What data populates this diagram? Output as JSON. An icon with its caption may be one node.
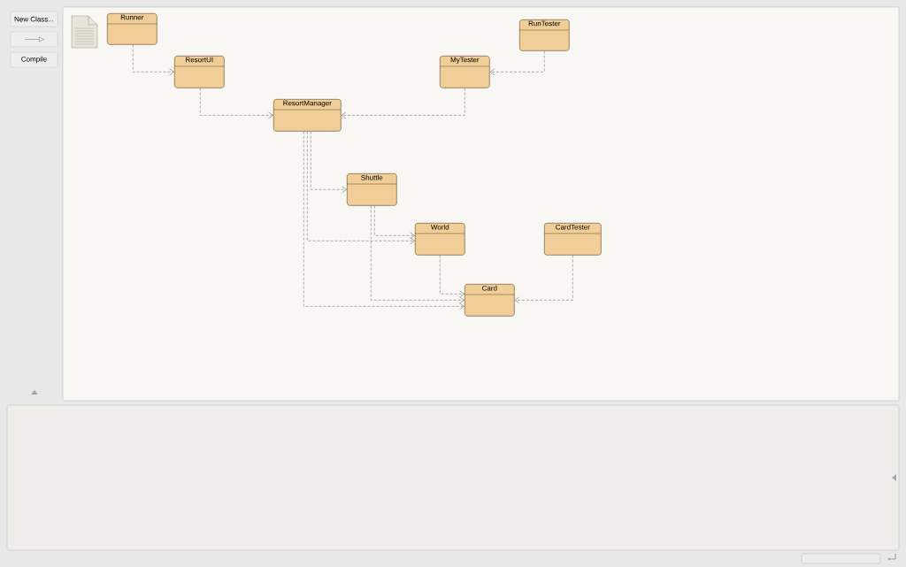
{
  "diagram": {
    "nodes": [
      {
        "text": [
          "Runner"
        ]
      },
      {
        "text": [
          "RunTester"
        ]
      },
      {
        "text": [
          "ResortUI"
        ]
      },
      {
        "text": [
          "MyTester"
        ]
      },
      {
        "text": [
          "ResortManager"
        ]
      },
      {
        "text": [
          "Shuttle"
        ]
      },
      {
        "text": [
          "World"
        ]
      },
      {
        "text": [
          "CardTester"
        ]
      },
      {
        "text": [
          "Card"
        ]
      }
    ],
    "edges": [
      {
        "from": 0,
        "to": 2,
        "arrow": "to",
        "style": "dashed"
      },
      {
        "from": 1,
        "to": 3,
        "arrow": "to",
        "style": "dashed"
      },
      {
        "from": 2,
        "to": 4,
        "arrow": "to",
        "style": "dashed"
      },
      {
        "from": 3,
        "to": 4,
        "arrow": "to",
        "style": "dashed"
      },
      {
        "from": 4,
        "to": 5,
        "arrow": "to",
        "style": "dashed"
      },
      {
        "from": 4,
        "to": 6,
        "arrow": "to",
        "style": "dashed"
      },
      {
        "from": 4,
        "to": 8,
        "arrow": "to",
        "style": "dashed"
      },
      {
        "from": 5,
        "to": 6,
        "arrow": "to",
        "style": "dashed"
      },
      {
        "from": 5,
        "to": 8,
        "arrow": "to",
        "style": "dashed"
      },
      {
        "from": 6,
        "to": 8,
        "arrow": "to",
        "style": "dashed"
      },
      {
        "from": 7,
        "to": 8,
        "arrow": "to",
        "style": "dashed"
      }
    ],
    "labels": [
      "New Class...",
      "Compile"
    ]
  }
}
